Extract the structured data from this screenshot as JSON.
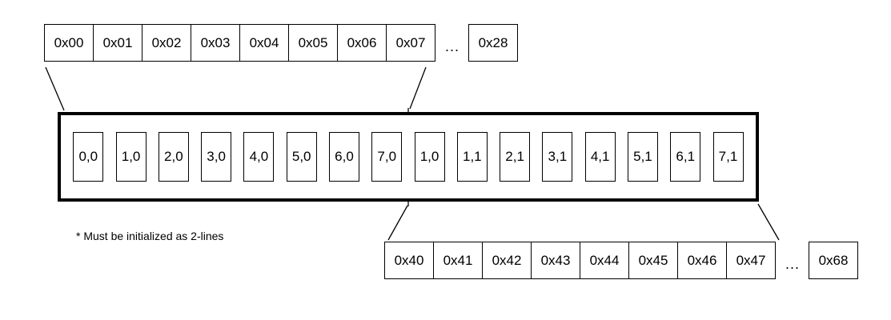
{
  "colors": {
    "line": "#000000",
    "background": "#ffffff"
  },
  "top_strip": {
    "cells": [
      "0x00",
      "0x01",
      "0x02",
      "0x03",
      "0x04",
      "0x05",
      "0x06",
      "0x07"
    ],
    "ellipsis": "...",
    "last_cell": "0x28"
  },
  "display_box": {
    "cells": [
      "0,0",
      "1,0",
      "2,0",
      "3,0",
      "4,0",
      "5,0",
      "6,0",
      "7,0",
      "1,0",
      "1,1",
      "2,1",
      "3,1",
      "4,1",
      "5,1",
      "6,1",
      "7,1"
    ]
  },
  "bottom_strip": {
    "cells": [
      "0x40",
      "0x41",
      "0x42",
      "0x43",
      "0x44",
      "0x45",
      "0x46",
      "0x47"
    ],
    "ellipsis": "...",
    "last_cell": "0x68"
  },
  "note": "* Must be initialized as 2-lines"
}
